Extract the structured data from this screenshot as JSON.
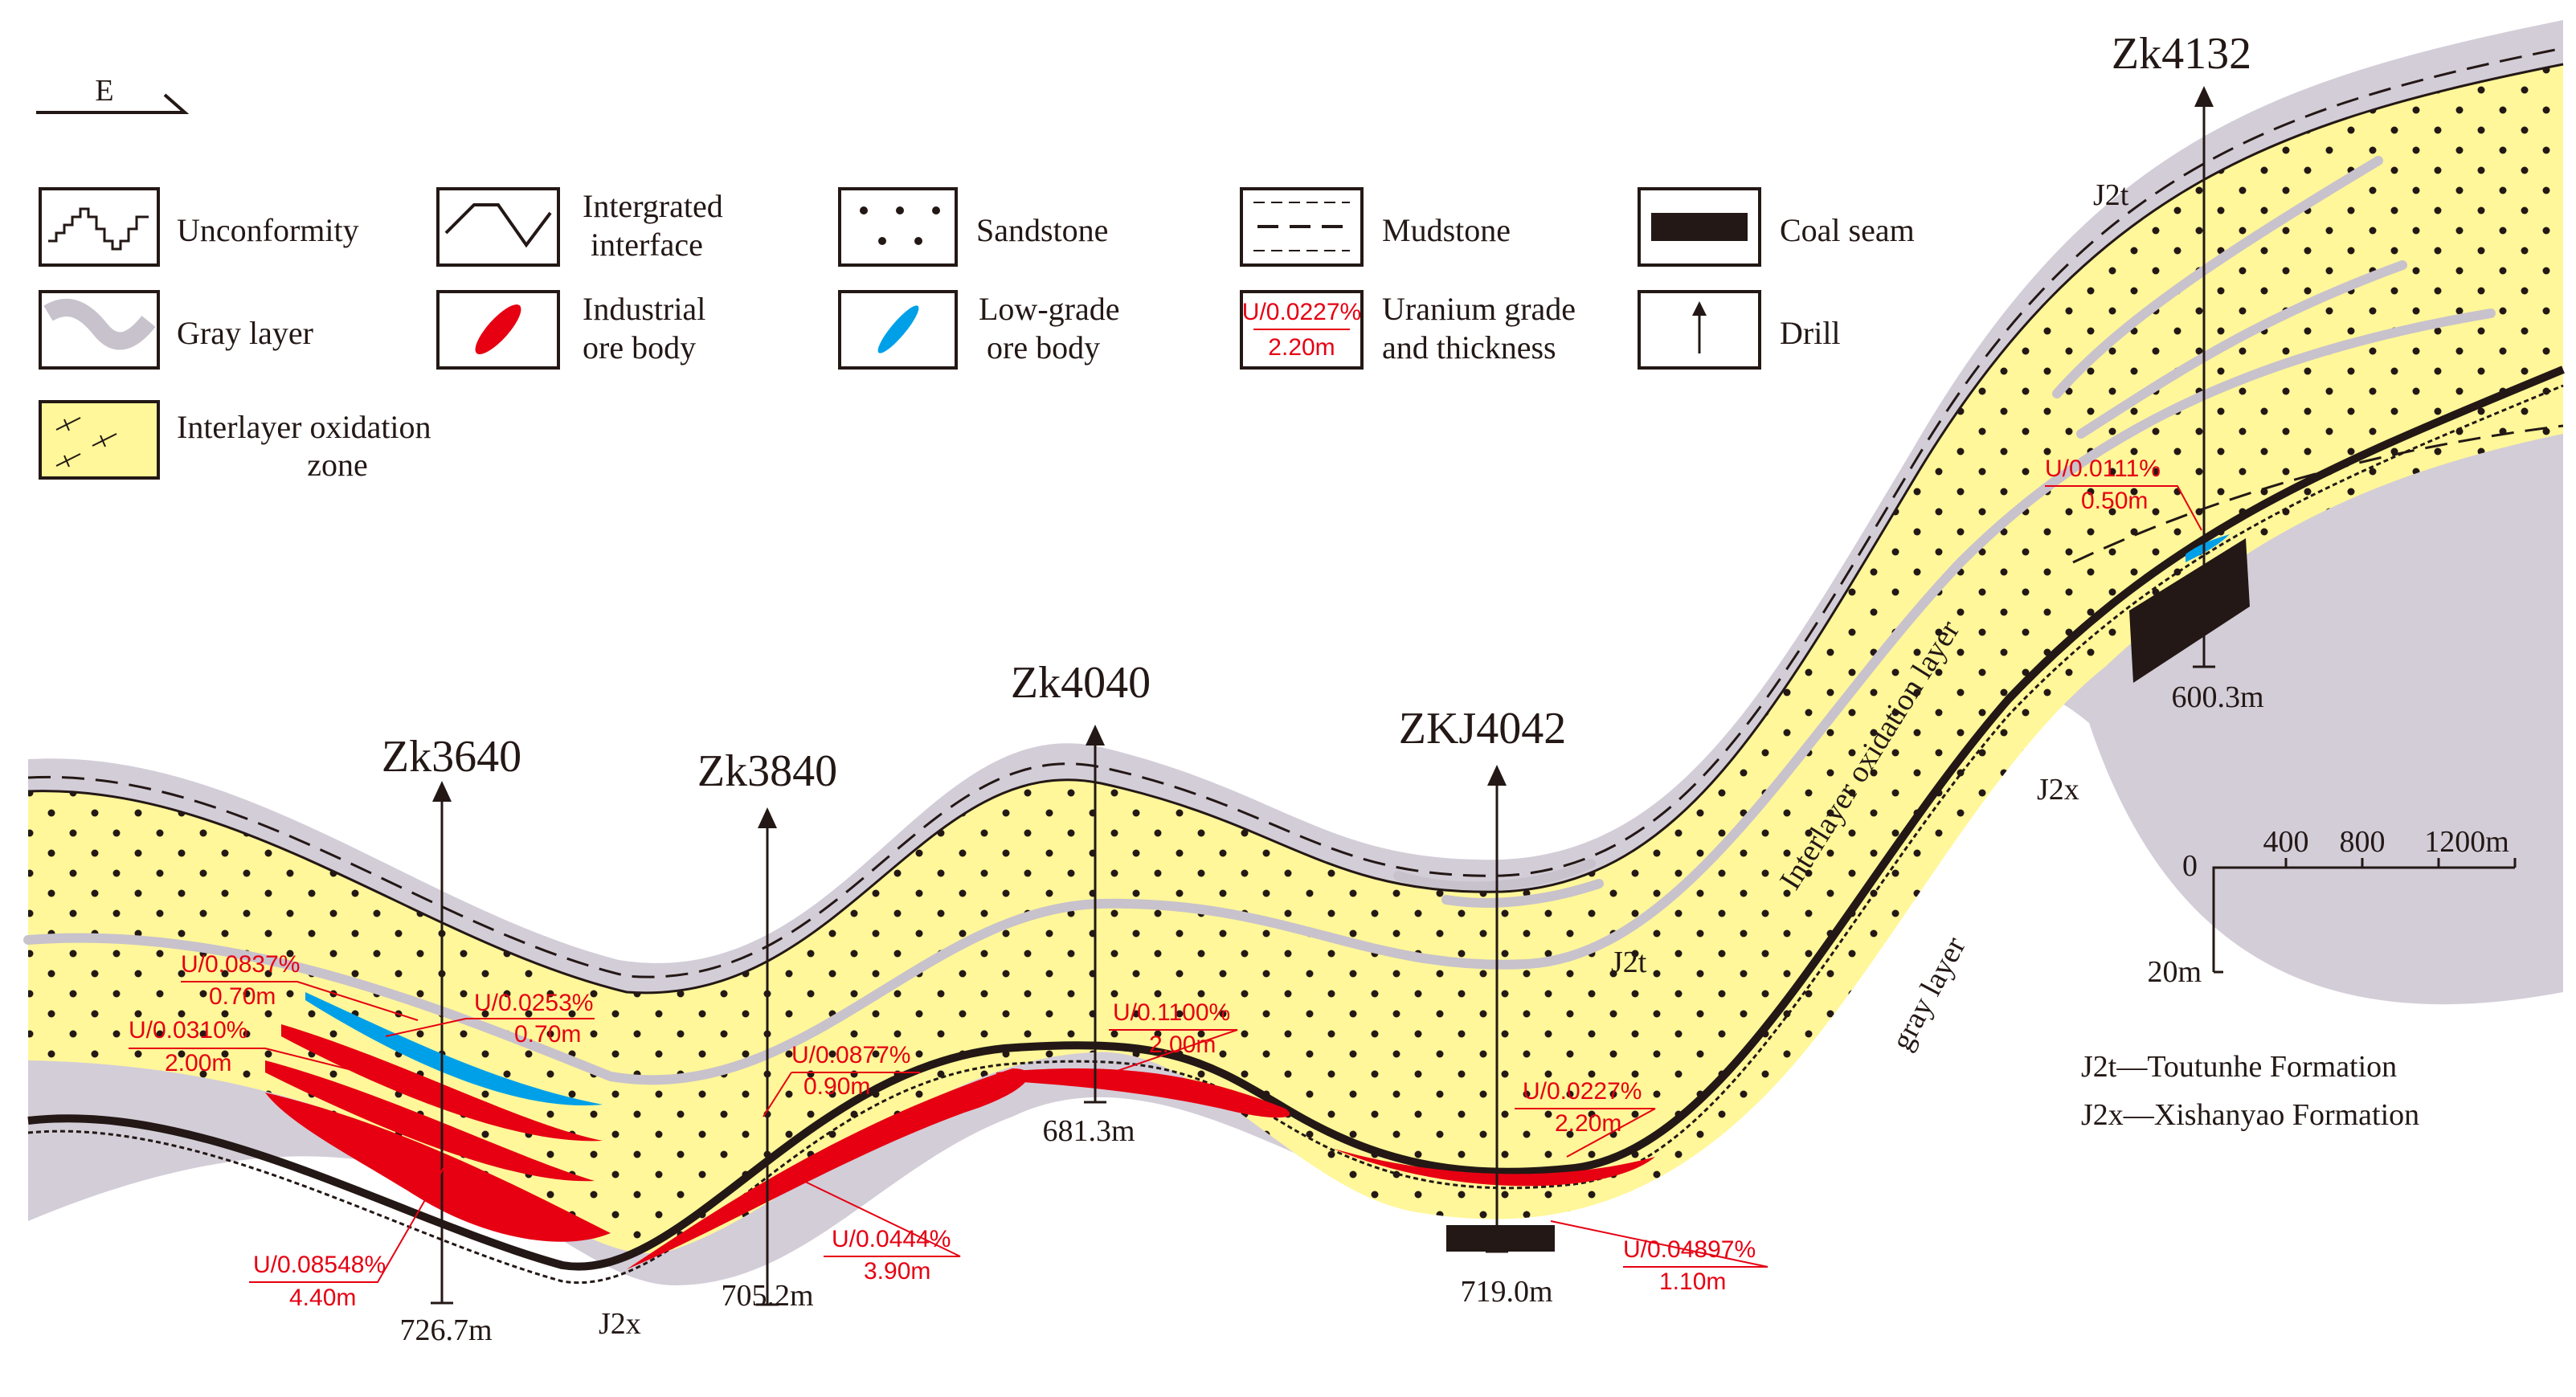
{
  "direction": "E",
  "legend": {
    "unconformity": "Unconformity",
    "integrated_1": "Intergrated",
    "integrated_2": "interface",
    "sandstone": "Sandstone",
    "mudstone": "Mudstone",
    "coal": "Coal seam",
    "gray": "Gray layer",
    "industrial_1": "Industrial",
    "industrial_2": "ore body",
    "lowgrade_1": "Low-grade",
    "lowgrade_2": "ore body",
    "uranium_1": "Uranium grade",
    "uranium_2": "and thickness",
    "uranium_grade": "U/0.0227%",
    "uranium_thick": "2.20m",
    "drill": "Drill",
    "oxid_1": "Interlayer oxidation",
    "oxid_2": "zone"
  },
  "drills": [
    {
      "name": "Zk3640",
      "depth": "726.7m"
    },
    {
      "name": "Zk3840",
      "depth": "705.2m"
    },
    {
      "name": "Zk4040",
      "depth": "681.3m"
    },
    {
      "name": "ZKJ4042",
      "depth": "719.0m"
    },
    {
      "name": "Zk4132",
      "depth": "600.3m"
    }
  ],
  "grades": [
    {
      "grade": "U/0.0837%",
      "thick": "0.70m"
    },
    {
      "grade": "U/0.0310%",
      "thick": "2.00m"
    },
    {
      "grade": "U/0.0253%",
      "thick": "0.70m"
    },
    {
      "grade": "U/0.08548%",
      "thick": "4.40m"
    },
    {
      "grade": "U/0.0877%",
      "thick": "0.90m"
    },
    {
      "grade": "U/0.0444%",
      "thick": "3.90m"
    },
    {
      "grade": "U/0.1100%",
      "thick": "2.00m"
    },
    {
      "grade": "U/0.0227%",
      "thick": "2.20m"
    },
    {
      "grade": "U/0.04897%",
      "thick": "1.10m"
    },
    {
      "grade": "U/0.0111%",
      "thick": "0.50m"
    }
  ],
  "formation_labels": {
    "j2t": "J2t",
    "j2x": "J2x"
  },
  "layer_labels": {
    "oxidation": "Interlayer oxidation layer",
    "gray": "gray layer"
  },
  "scale": {
    "zero": "0",
    "t1": "400",
    "t2": "800",
    "t3": "1200m",
    "vertical": "20m"
  },
  "formations": [
    {
      "code": "J2t",
      "desc": "Toutunhe Formation"
    },
    {
      "code": "J2x",
      "desc": "Xishanyao Formation"
    }
  ],
  "colors": {
    "oxidation_zone": "#fff799",
    "gray_layer": "#d3cdd8",
    "industrial_ore": "#e60012",
    "low_grade_ore": "#00a0e9",
    "coal": "#231815"
  }
}
